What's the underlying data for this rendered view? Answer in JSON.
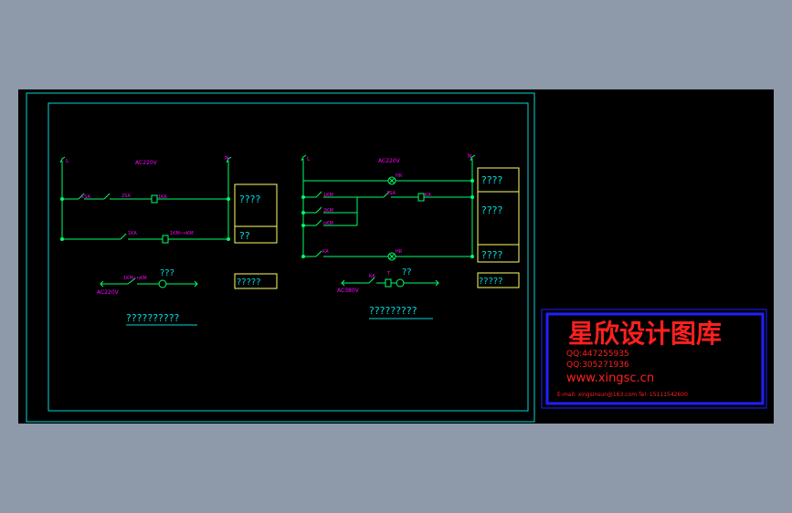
{
  "colors": {
    "background": "#8e99a9",
    "canvas": "#000000",
    "frame": "#00d8d8",
    "wire": "#00ff6a",
    "label": "#ff00ff",
    "box": "#ffff66",
    "accent": "#ff2020",
    "stamp_border": "#2020ff"
  },
  "left_circuit": {
    "phase": "L",
    "neutral": "N",
    "voltage": "AC220V",
    "rung1": {
      "sa": "1SA",
      "sb": "2SA",
      "coil": "1KA"
    },
    "rung2": {
      "contact": "1KA",
      "coil": "1KM~nKM"
    },
    "box_top": "????",
    "box_bottom": "??",
    "subcircuit": {
      "label": "1KM~nKM",
      "note": "???",
      "voltage": "AC220V"
    },
    "box_mid": "?????",
    "caption": "??????????"
  },
  "right_circuit": {
    "phase": "L",
    "neutral": "N",
    "voltage": "AC220V",
    "lamp1": "HR",
    "rung2": {
      "c1": "1KM",
      "c2": "2KM",
      "c3": "nKM",
      "sa": "2SA",
      "coil": "KA"
    },
    "rung3": {
      "contact": "KA",
      "lamp": "HR"
    },
    "boxes": [
      "????",
      "????",
      "????"
    ],
    "subcircuit": {
      "ka": "KA",
      "t": "T",
      "note": "??",
      "voltage": "AC380V"
    },
    "box_mid": "?????",
    "caption": "?????????"
  },
  "watermark": {
    "title": "星欣设计图库",
    "qq1": "QQ:447255935",
    "qq2": "QQ:305271936",
    "url": "www.xingsc.cn",
    "email": "E-mail: xingsinsun@163.com   Tel: 15111542600"
  }
}
